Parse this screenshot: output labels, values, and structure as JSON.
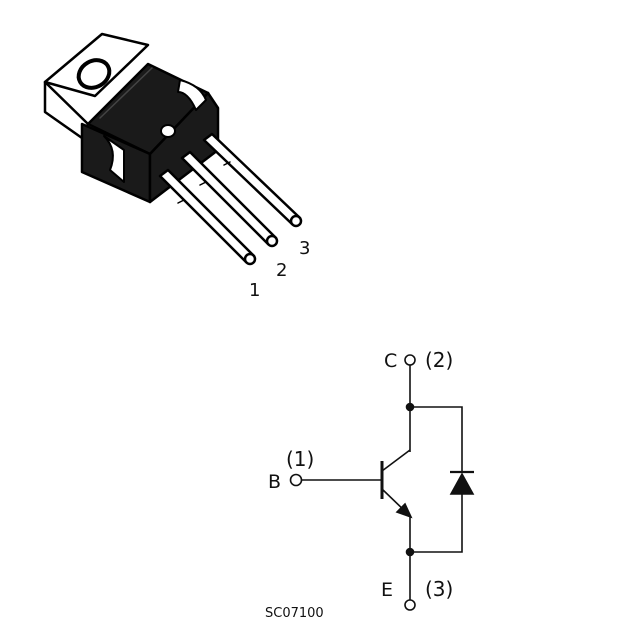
{
  "package": {
    "pins": [
      "1",
      "2",
      "3"
    ]
  },
  "schematic": {
    "collector": {
      "letter": "C",
      "pin": "(2)"
    },
    "base": {
      "letter": "B",
      "pin": "(1)"
    },
    "emitter": {
      "letter": "E",
      "pin": "(3)"
    },
    "components": [
      "npn-transistor",
      "diode"
    ]
  },
  "figure_code": "SC07100"
}
